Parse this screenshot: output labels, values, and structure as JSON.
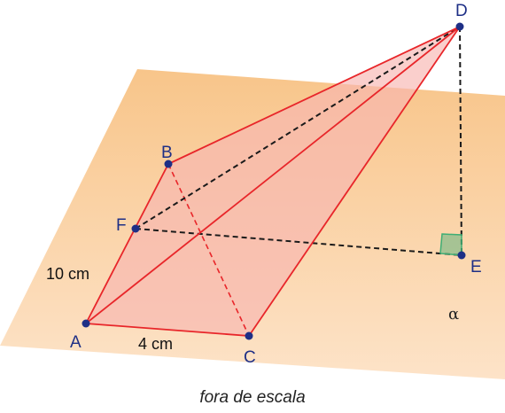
{
  "diagram": {
    "points": {
      "A": "A",
      "B": "B",
      "C": "C",
      "D": "D",
      "E": "E",
      "F": "F"
    },
    "measures": {
      "af": "10 cm",
      "ac": "4 cm"
    },
    "plane": "α",
    "caption": "fora de escala",
    "colors": {
      "plane_top": "#f8c58a",
      "plane_bottom": "#fde3c8",
      "solid_fill": "#f7b6b0",
      "solid_edge": "#e8262a",
      "dashed_edge": "#1a1a1a",
      "point": "#1e2f86",
      "right_angle": "#3fae75"
    }
  }
}
